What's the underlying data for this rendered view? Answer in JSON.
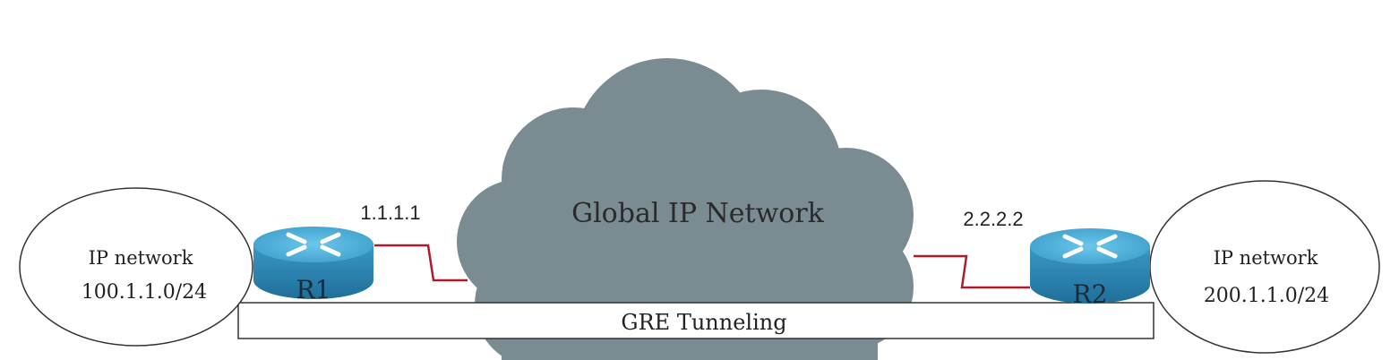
{
  "cloud": {
    "label": "Global IP Network",
    "color": "#7a8b92"
  },
  "left_network": {
    "line1": "IP network",
    "line2": "100.1.1.0/24"
  },
  "right_network": {
    "line1": "IP network",
    "line2": "200.1.1.0/24"
  },
  "router_left": {
    "label": "R1",
    "ip": "1.1.1.1"
  },
  "router_right": {
    "label": "R2",
    "ip": "2.2.2.2"
  },
  "tunnel": {
    "label": "GRE Tunneling"
  },
  "colors": {
    "router_body": "#2b86b5",
    "router_top": "#4db3de",
    "serial_link": "#b01a2a"
  },
  "icons": {
    "router": "router-icon",
    "cloud": "cloud-icon"
  }
}
